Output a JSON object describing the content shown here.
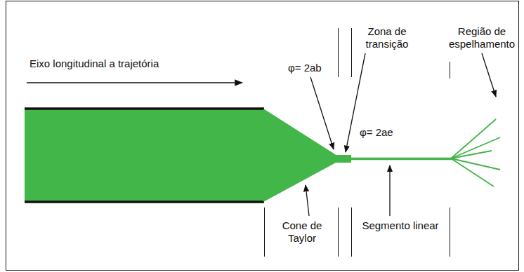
{
  "diagram": {
    "labels": [
      "Eixo longitudinal a trajetória",
      "φ= 2ab",
      "Zona de transição",
      "Região de espelhamento",
      "φ= 2ae",
      "Cone de Taylor",
      "Segmento linear"
    ]
  }
}
